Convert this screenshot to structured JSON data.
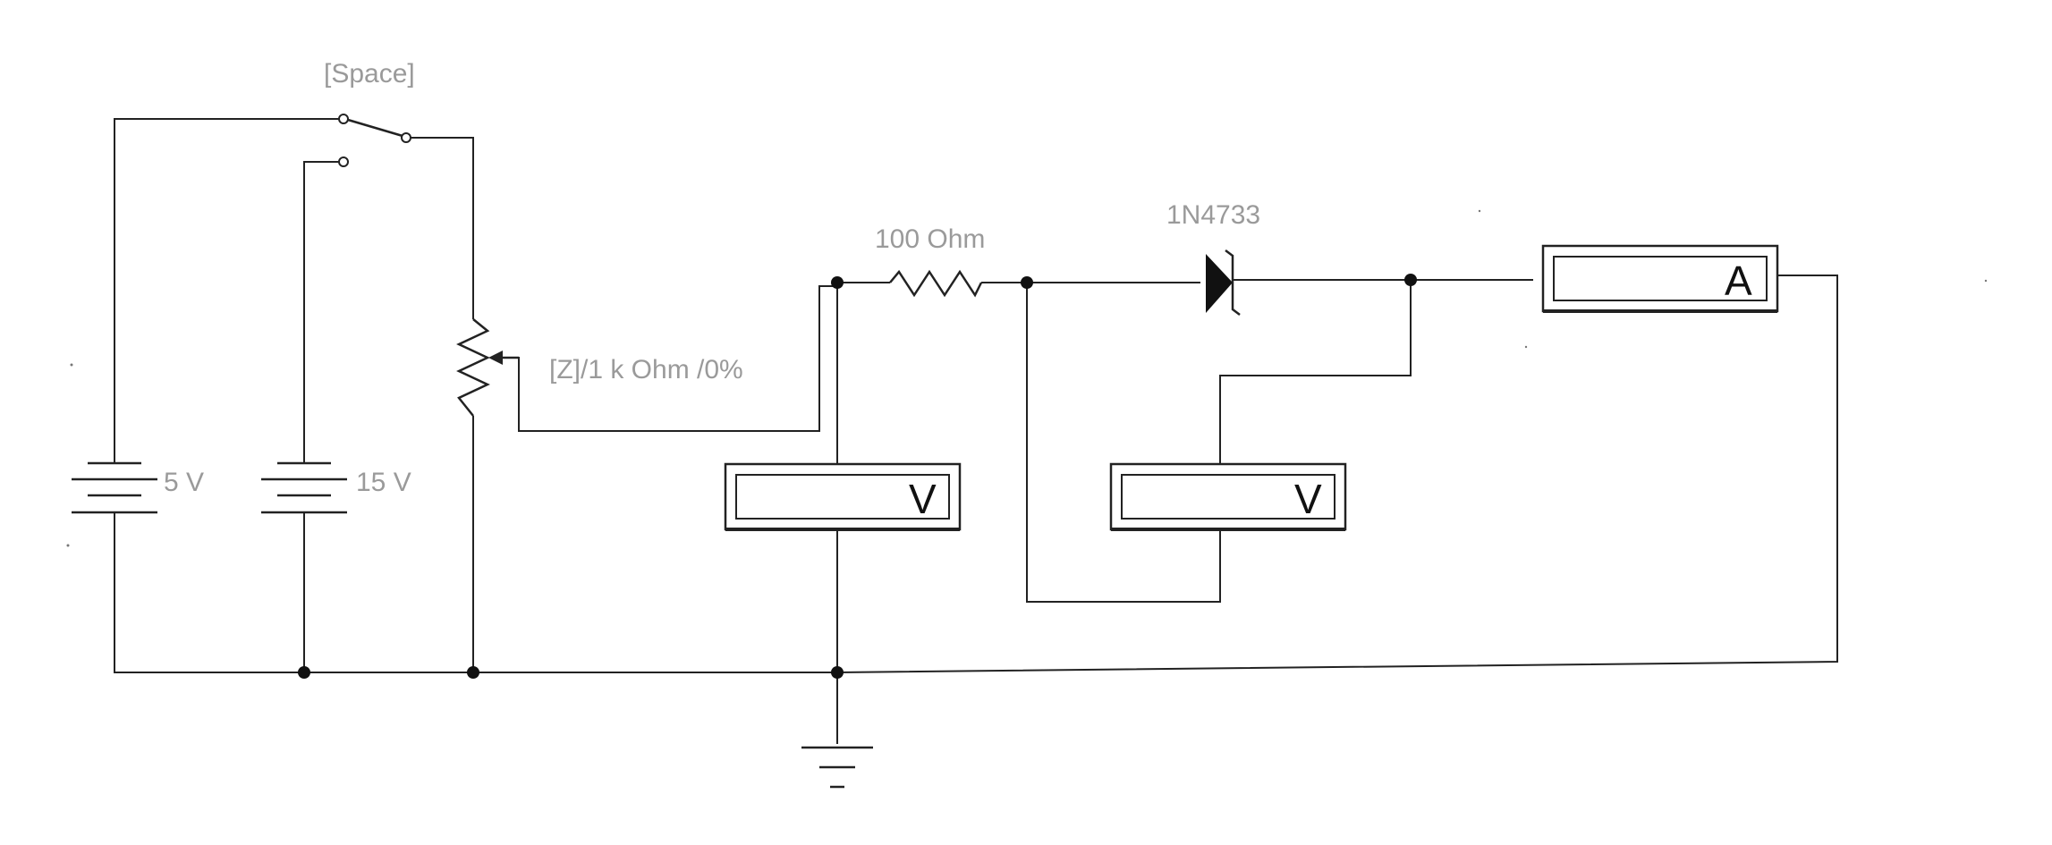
{
  "switch": {
    "label": "[Space]"
  },
  "battery_5v": {
    "label": "5 V"
  },
  "battery_15v": {
    "label": "15 V"
  },
  "potentiometer": {
    "label": "[Z]/1 k Ohm /0%"
  },
  "resistor": {
    "label": "100  Ohm"
  },
  "zener": {
    "label": "1N4733"
  },
  "voltmeter_left": {
    "label": "V"
  },
  "voltmeter_right": {
    "label": "V"
  },
  "ammeter": {
    "label": "A"
  },
  "colors": {
    "wire": "#222222",
    "label": "#9a9a9a",
    "meter_fill": "#ffffff"
  }
}
